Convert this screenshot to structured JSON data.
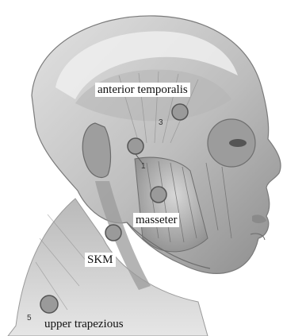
{
  "points": [
    {
      "number": "3",
      "label": "anterior temporalis"
    },
    {
      "number": "1",
      "label": ""
    },
    {
      "number": "",
      "label": "masseter"
    },
    {
      "number": "",
      "label": "SKM"
    },
    {
      "number": "5",
      "label": "upper trapezious"
    }
  ],
  "colors": {
    "skin_light": "#d9d9d9",
    "skin_mid": "#a9a9a9",
    "muscle_dark": "#6f6f6f",
    "point_fill": "#9a9a9a",
    "point_stroke": "#555555"
  }
}
